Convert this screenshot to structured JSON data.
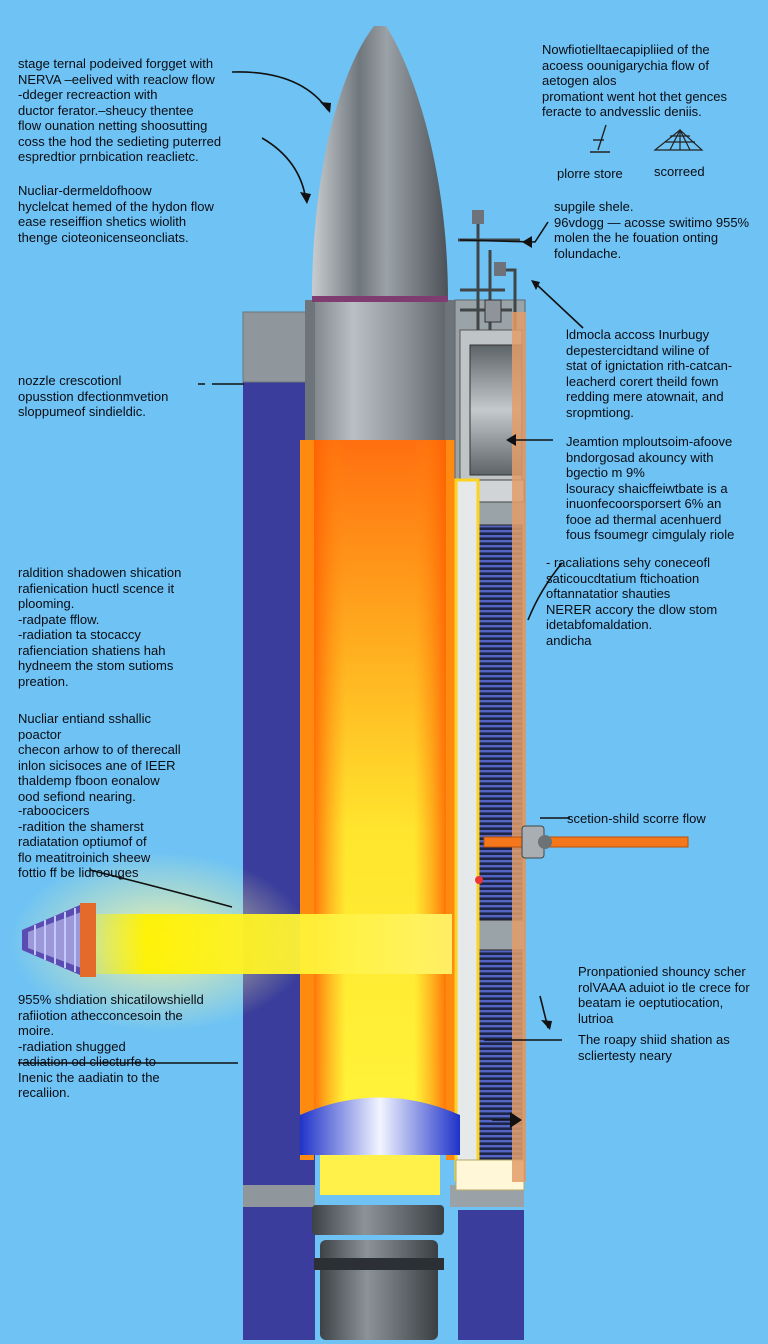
{
  "annotations_left": {
    "a1": "stage ternal podeived forgget with\nNERVA –eelived with reaclow flow\n-ddeger recreaction with\nductor ferator.–sheucy  thentee\nflow ounation netting shoosutting\ncoss the hod the sedieting puterred\nespredtior prnbication  reaclietc.",
    "a2": "Nucliar-dermeldofhoow\nhyclelcat hemed of the hydon flow\nease reseiffion shetics wiolith\nthenge cioteonicenseoncliats.",
    "a3": "nozzle crescotionl\nopusstion dfectionmvetion\nsloppumeof sindieldic.",
    "a4": "raldition shadowen shication\nrafienication huctl scence it\nplooming.\n  -radpate fflow.\n  -radiation ta stocaccy\nrafienciation shatiens hah\nhydneem the stom sutioms\npreation.",
    "a5": "Nucliar entiand sshallic\npoactor\nchecon arhow to of therecall\ninlon sicisoces ane of IEER\nthaldemp fboon eonalow\nood sefiond nearing.",
    "a6": "-raboocicers\n-radition the shamerst\nradiatation optiumof of\nflo meatitroinich sheew\nfottio ff be lidroouges",
    "a7": "955% shdiation shicatilowshielld\nrafiiotion athecconcesoin the\nmoire.\n -radiation shugged\nradiation od cliecturfe to\nInenic the aadiatin to the\nrecaliion."
  },
  "annotations_right": {
    "b1": "Nowfiotielltaecapipliied of the\nacoess oounigarychia flow of\naetogen alos\npromationt went hot thet gences\nferacte to andvesslic deniis.",
    "b2": "supgile shele.\n96vdogg — acosse switimo 955%\nmolen the he fouation onting\nfolundache.",
    "b3": "ldmocla accoss Inurbugy\ndepestercidtand wiline of\nstat of ignictation rith-catcan-\nleacherd corert theild fown\nredding mere atownait, and\nsropmtiong.",
    "b4": "Jeamtion mploutsoim-afoove\nbndorgosad akouncy with\nbgectio m 9%\nlsouracy shaicffeiwtbate is a\ninuonfecoorsporsert 6% an\nfooe ad thermal acenhuerd\nfous fsoumegr cimgulaly riole",
    "b5": " -  racaliations sehy coneceofl\n  saticoucdtatium ftichoation\n  oftannatatior  shauties\n  NERER accory the dlow stom\n  idetabfomaldation.\n  andicha",
    "b6": "Pronpationied shouncy scher\nrolVAAA aduiot io tle crece for\nbeatam ie oeptutiocation,\nlutrioa",
    "b7": "The roapy shiid shation as\nscliertesty neary"
  },
  "icon_labels": {
    "store": "plorre store",
    "screen": "scorreed"
  },
  "flow_label": "scetion-shild scorre flow",
  "colors": {
    "background": "#6ec3f4",
    "core_orange": "#ff7a10",
    "core_yellow": "#fff23a",
    "shield_blue": "#3a3d9c",
    "metal": "#8f979d",
    "exhaust": "#ffef45"
  }
}
